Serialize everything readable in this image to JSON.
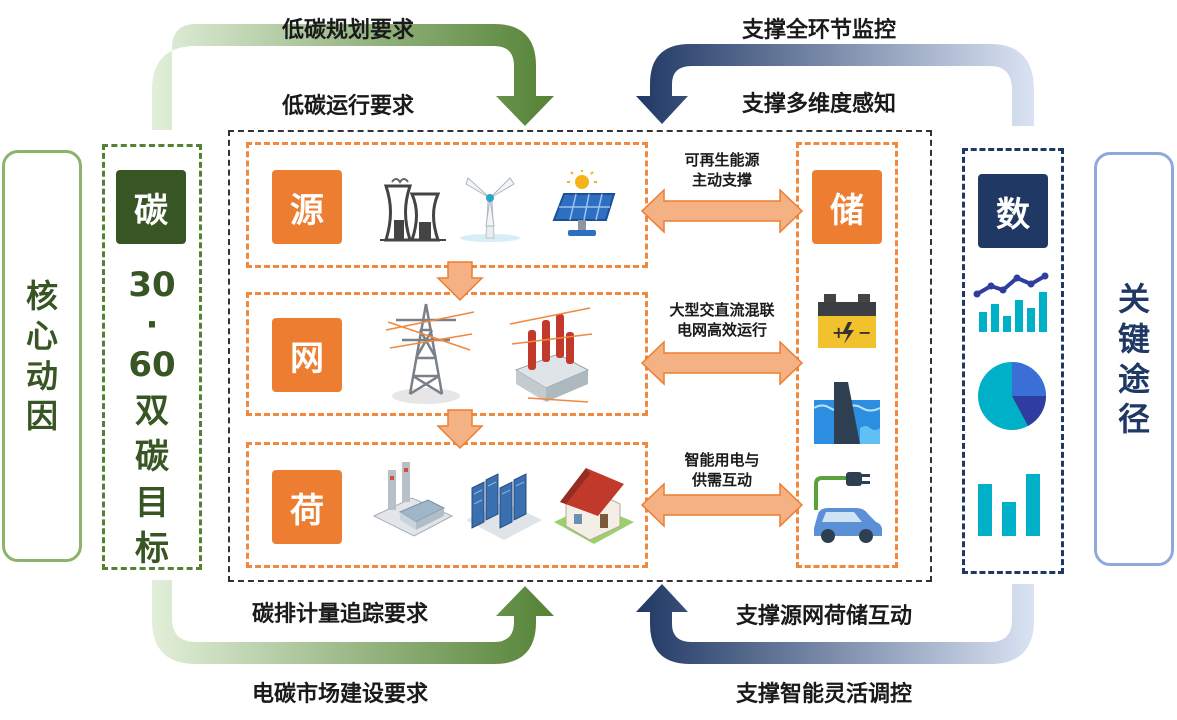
{
  "colors": {
    "green_dark": "#375623",
    "green_mid": "#548235",
    "green_light": "#e2efda",
    "blue_dark": "#203864",
    "blue_mid": "#2f5597",
    "blue_light": "#dae3f3",
    "orange": "#ed7d31",
    "orange_light": "#f4b183",
    "teal": "#00b0c8"
  },
  "left_panel": {
    "label": [
      "核",
      "心",
      "动",
      "因"
    ],
    "tile": "碳",
    "goal_lines": [
      "30",
      "·",
      "60",
      "双",
      "碳",
      "目",
      "标"
    ]
  },
  "right_panel": {
    "label": [
      "关",
      "键",
      "途",
      "径"
    ],
    "tile": "数",
    "icons": [
      "line-bar-chart-icon",
      "pie-chart-icon",
      "bar-chart-icon"
    ]
  },
  "top_left_arrow": {
    "captions": [
      "低碳规划要求",
      "低碳运行要求"
    ]
  },
  "top_right_arrow": {
    "captions": [
      "支撑全环节监控",
      "支撑多维度感知"
    ]
  },
  "bottom_left_arrow": {
    "captions": [
      "碳排计量追踪要求",
      "电碳市场建设要求"
    ]
  },
  "bottom_right_arrow": {
    "captions": [
      "支撑源网荷储互动",
      "支撑智能灵活调控"
    ]
  },
  "rows": [
    {
      "tile": "源",
      "icons": [
        "cooling-tower-icon",
        "wind-turbine-icon",
        "solar-panel-icon"
      ],
      "arrow_caption": [
        "可再生能源",
        "主动支撑"
      ]
    },
    {
      "tile": "网",
      "icons": [
        "transmission-tower-icon",
        "transformer-icon"
      ],
      "arrow_caption": [
        "大型交直流混联",
        "电网高效运行"
      ]
    },
    {
      "tile": "荷",
      "icons": [
        "factory-icon",
        "data-center-icon",
        "house-icon"
      ],
      "arrow_caption": [
        "智能用电与",
        "供需互动"
      ]
    }
  ],
  "storage": {
    "tile": "储",
    "icons": [
      "battery-icon",
      "hydro-dam-icon",
      "electric-car-icon"
    ]
  }
}
